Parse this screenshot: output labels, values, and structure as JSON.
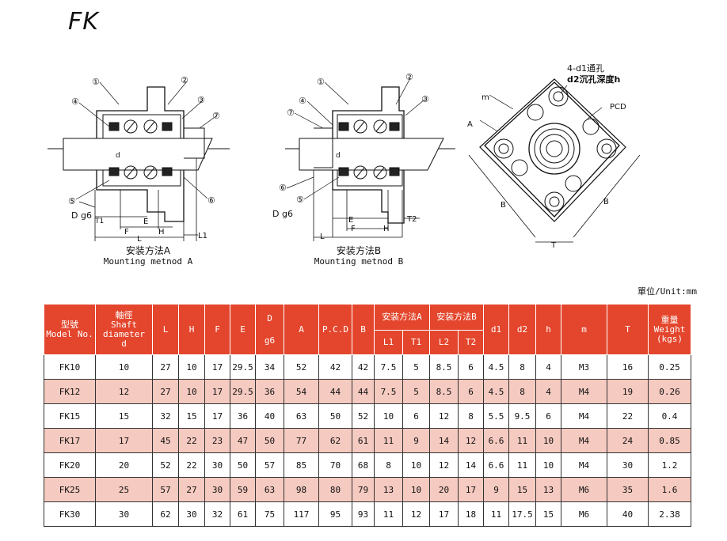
{
  "title": "FK",
  "unit_label": "單位/Unit:mm",
  "drawing_a": {
    "callouts": [
      "①",
      "②",
      "③",
      "④",
      "⑤",
      "⑥",
      "⑦"
    ],
    "labels": {
      "d": "d",
      "dg6": "D g6",
      "t1": "T1",
      "e": "E",
      "f": "F",
      "h": "H",
      "l": "L",
      "l1": "L1"
    },
    "caption_zh": "安装方法A",
    "caption_en": "Mounting metnod A"
  },
  "drawing_b": {
    "callouts": [
      "①",
      "②",
      "③",
      "④",
      "⑤",
      "⑥",
      "⑦"
    ],
    "labels": {
      "d": "d",
      "dg6": "D g6",
      "t2": "T2",
      "e": "E",
      "f": "F",
      "h": "H",
      "l": "L"
    },
    "caption_zh": "安装方法B",
    "caption_en": "Mounting metnod B"
  },
  "drawing_c": {
    "note_line1": "4-d1通孔",
    "note_line2": "d2沉孔深度h",
    "labels": {
      "m": "m",
      "a": "A",
      "pcd": "PCD",
      "b_left": "B",
      "b_right": "B",
      "t": "T"
    }
  },
  "table": {
    "headers": {
      "model_zh": "型號",
      "model_en": "Model No.",
      "shaft_zh": "軸徑",
      "shaft_en1": "Shaft",
      "shaft_en2": "diameter",
      "shaft_en3": "d",
      "l": "L",
      "h": "H",
      "f": "F",
      "e": "E",
      "d_top": "D",
      "d_bottom": "g6",
      "a": "A",
      "pcd": "P.C.D",
      "b": "B",
      "method_a": "安装方法A",
      "l1": "L1",
      "t1": "T1",
      "method_b": "安装方法B",
      "l2": "L2",
      "t2": "T2",
      "d1": "d1",
      "d2": "d2",
      "hh": "h",
      "m": "m",
      "t": "T",
      "weight_zh": "重量",
      "weight_en": "Weight",
      "weight_unit": "(kgs)"
    },
    "rows": [
      [
        "FK10",
        "10",
        "27",
        "10",
        "17",
        "29.5",
        "34",
        "52",
        "42",
        "42",
        "7.5",
        "5",
        "8.5",
        "6",
        "4.5",
        "8",
        "4",
        "M3",
        "16",
        "0.25"
      ],
      [
        "FK12",
        "12",
        "27",
        "10",
        "17",
        "29.5",
        "36",
        "54",
        "44",
        "44",
        "7.5",
        "5",
        "8.5",
        "6",
        "4.5",
        "8",
        "4",
        "M4",
        "19",
        "0.26"
      ],
      [
        "FK15",
        "15",
        "32",
        "15",
        "17",
        "36",
        "40",
        "63",
        "50",
        "52",
        "10",
        "6",
        "12",
        "8",
        "5.5",
        "9.5",
        "6",
        "M4",
        "22",
        "0.4"
      ],
      [
        "FK17",
        "17",
        "45",
        "22",
        "23",
        "47",
        "50",
        "77",
        "62",
        "61",
        "11",
        "9",
        "14",
        "12",
        "6.6",
        "11",
        "10",
        "M4",
        "24",
        "0.85"
      ],
      [
        "FK20",
        "20",
        "52",
        "22",
        "30",
        "50",
        "57",
        "85",
        "70",
        "68",
        "8",
        "10",
        "12",
        "14",
        "6.6",
        "11",
        "10",
        "M4",
        "30",
        "1.2"
      ],
      [
        "FK25",
        "25",
        "57",
        "27",
        "30",
        "59",
        "63",
        "98",
        "80",
        "79",
        "13",
        "10",
        "20",
        "17",
        "9",
        "15",
        "13",
        "M6",
        "35",
        "1.6"
      ],
      [
        "FK30",
        "30",
        "62",
        "30",
        "32",
        "61",
        "75",
        "117",
        "95",
        "93",
        "11",
        "12",
        "17",
        "18",
        "11",
        "17.5",
        "15",
        "M6",
        "40",
        "2.38"
      ]
    ]
  }
}
